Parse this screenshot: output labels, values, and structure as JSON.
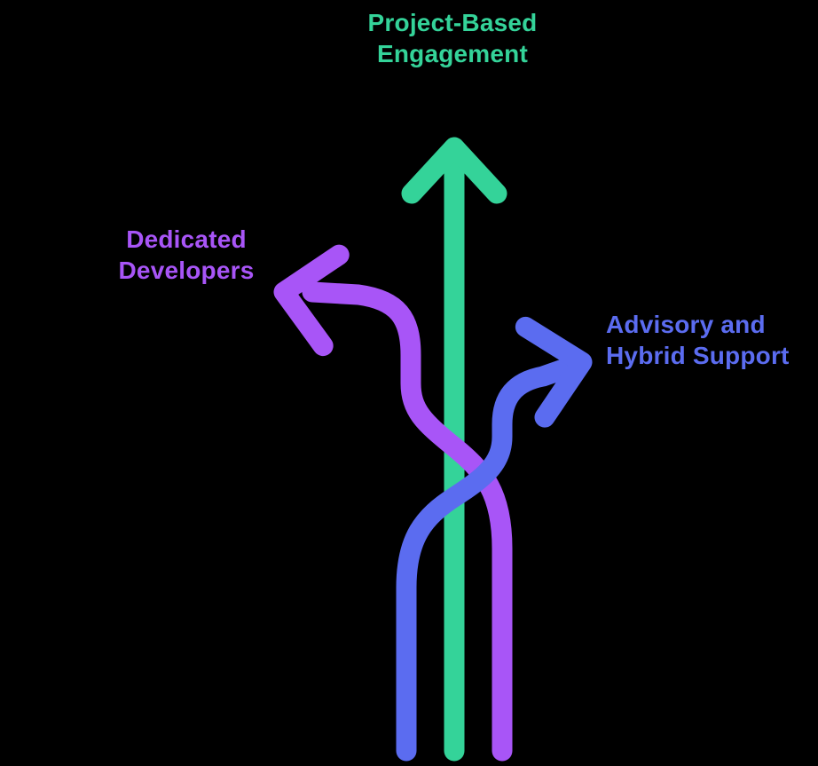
{
  "colors": {
    "background": "#000000",
    "green": "#34d399",
    "purple": "#a855f7",
    "blue": "#5b6cf0"
  },
  "labels": {
    "project_based": {
      "line1": "Project-Based",
      "line2": "Engagement"
    },
    "dedicated": {
      "line1": "Dedicated",
      "line2": "Developers"
    },
    "advisory": {
      "line1": "Advisory and",
      "line2": "Hybrid Support"
    }
  },
  "icons": {
    "green_arrow": "arrow-up-icon",
    "purple_arrow": "arrow-up-left-icon",
    "blue_arrow": "arrow-up-right-icon"
  }
}
